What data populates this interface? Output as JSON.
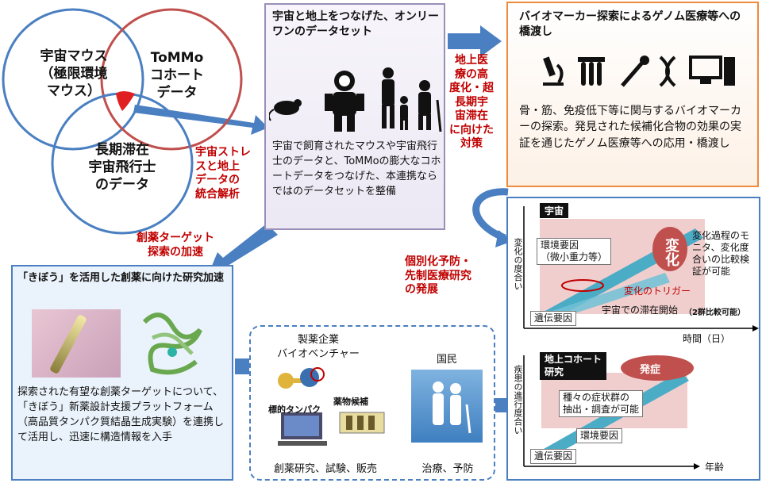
{
  "venn": {
    "mouse": [
      "宇宙マウス",
      "（極限環境",
      "マウス）"
    ],
    "tommo": [
      "ToMMo",
      "コホート",
      "データ"
    ],
    "astronaut": [
      "長期滞在",
      "宇宙飛行士",
      "のデータ"
    ]
  },
  "labels": {
    "integrated_analysis": [
      "宇宙ストレ",
      "スと地上",
      "データの",
      "統合解析"
    ],
    "drug_target": [
      "創薬ターゲット",
      "探索の加速"
    ],
    "aging": [
      "地上医",
      "療の高",
      "度化・超",
      "長期宇",
      "宙滞在",
      "に向けた",
      "対策"
    ],
    "personalized": [
      "個別化予防・",
      "先制医療研究",
      "の発展"
    ]
  },
  "dataset_box": {
    "title": "宇宙と地上をつなげた、オンリーワンのデータセット",
    "body": "宇宙で飼育されたマウスや宇宙飛行士のデータと、ToMMoの膨大なコホートデータをつなげた、本連携ならではのデータセットを整備"
  },
  "biomarker_box": {
    "title": "バイオマーカー探索によるゲノム医療等への橋渡し",
    "body": "骨・筋、免疫低下等に関与するバイオマーカーの探索。発見された候補化合物の効果の実証を通じたゲノム医療等への応用・橋渡し"
  },
  "kibo_box": {
    "title": "「きぼう」を活用した創薬に向けた研究加速",
    "body": "探索された有望な創薬ターゲットについて、「きぼう」新薬設計支援プラットフォーム（高品質タンパク質結晶生成実験）を連携して活用し、迅速に構造情報を入手"
  },
  "pharma_box": {
    "company": [
      "製薬企業",
      "バイオベンチャー"
    ],
    "target_protein": "標的タンパク",
    "drug_candidate": "薬物候補",
    "activities": "創薬研究、試験、販売",
    "citizens": "国民",
    "treatment": "治療、予防"
  },
  "space_chart": {
    "tag": "宇宙",
    "ylabel": "変化の度合い",
    "xlabel": "時間（日）",
    "env_factor": [
      "環境要因",
      "（微小重力等）"
    ],
    "genetic_factor": "遺伝要因",
    "change": "変化",
    "change_desc": [
      "変化過程のモ",
      "ニタ、変化度",
      "合いの比較検",
      "証が可能"
    ],
    "trigger": "変化のトリガー",
    "stay_start": "宇宙での滞在開始",
    "comparison": "（2群比較可能）"
  },
  "ground_chart": {
    "tag": [
      "地上コホート",
      "研究"
    ],
    "ylabel": "疾患の進行度合い",
    "xlabel": "年齢",
    "onset": "発症",
    "symptoms": [
      "種々の症状群の",
      "抽出・調査が可能"
    ],
    "env_factor": "環境要因",
    "genetic_factor": "遺伝要因"
  },
  "colors": {
    "accent_blue": "#4a7fc1",
    "red": "#c00000",
    "orange": "#f08a3c",
    "pink": "#e8a0a0"
  }
}
